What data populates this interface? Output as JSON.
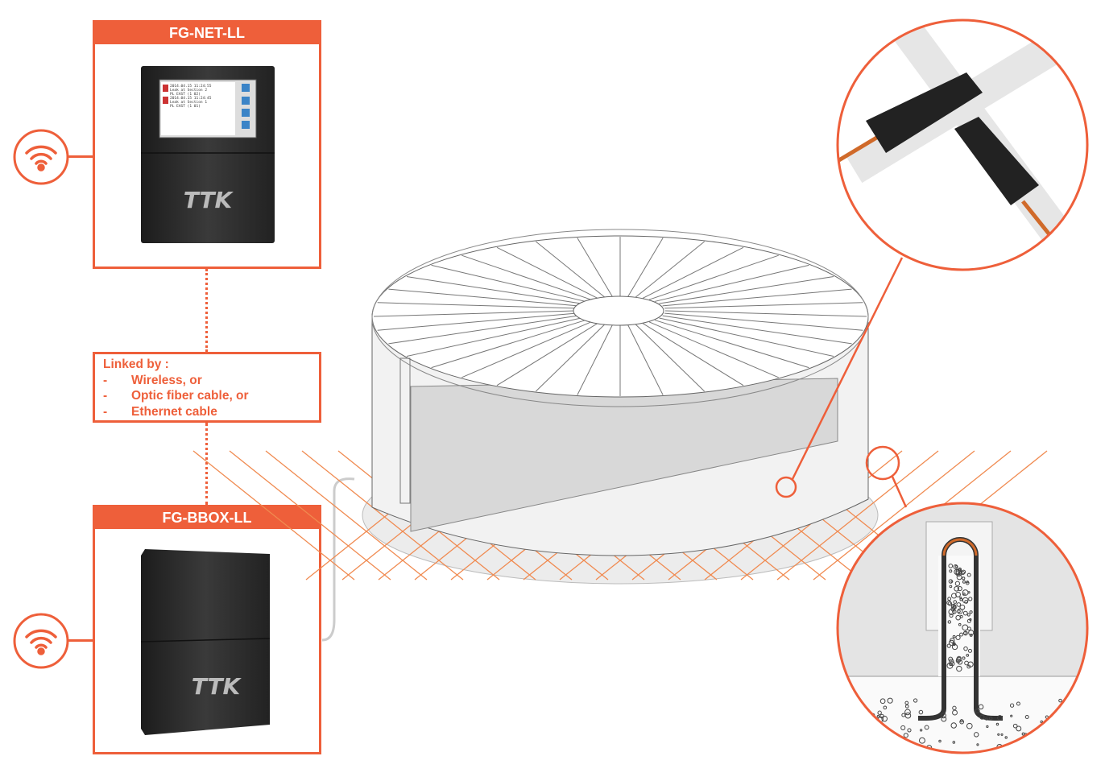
{
  "devices": {
    "top": {
      "title": "FG-NET-LL",
      "logo": "TTK",
      "screen": [
        "2014.04.15 11:24:55",
        "Leak at Section 2",
        "PL EAST (1 02)",
        "2014.04.15 11:24:45",
        "Leak at Section 1",
        "PL EAST (1 01)"
      ]
    },
    "bottom": {
      "title": "FG-BBOX-LL",
      "logo": "TTK"
    }
  },
  "link": {
    "title": "Linked by :",
    "items": [
      {
        "bullet": "-",
        "text": "Wireless, or"
      },
      {
        "bullet": "-",
        "text": "Optic fiber cable, or"
      },
      {
        "bullet": "-",
        "text": "Ethernet cable"
      }
    ]
  },
  "colors": {
    "accent": "#ee5f3a",
    "device": "#2a2a2a"
  }
}
